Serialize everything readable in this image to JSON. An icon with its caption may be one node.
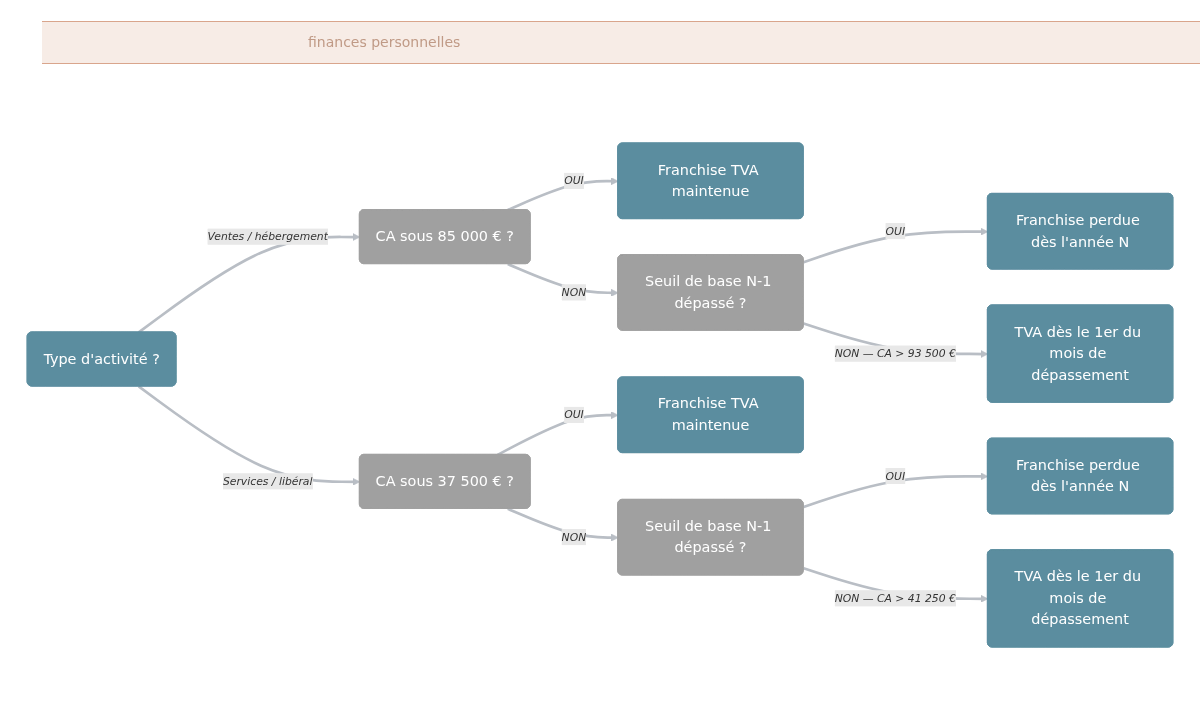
{
  "diagram": {
    "nodes": [
      {
        "text": [
          "Type d'activité ?"
        ]
      },
      {
        "text": [
          "CA sous 85 000 € ?"
        ]
      },
      {
        "text": [
          "Franchise TVA maintenue"
        ]
      },
      {
        "text": [
          "Seuil de base N-1 dépassé ?"
        ]
      },
      {
        "text": [
          "Franchise perdue dès l'année N"
        ]
      },
      {
        "text": [
          "TVA dès le 1er du mois de dépassement"
        ]
      },
      {
        "text": [
          "CA sous 37 500 € ?"
        ]
      },
      {
        "text": [
          "Franchise TVA maintenue"
        ]
      },
      {
        "text": [
          "Seuil de base N-1 dépassé ?"
        ]
      },
      {
        "text": [
          "Franchise perdue dès l'année N"
        ]
      },
      {
        "text": [
          "TVA dès le 1er du mois de dépassement"
        ]
      }
    ],
    "edges": [
      {
        "from": 0,
        "to": 1,
        "arrow": "to",
        "label": "Ventes / hébergement"
      },
      {
        "from": 1,
        "to": 2,
        "arrow": "to",
        "label": "OUI"
      },
      {
        "from": 1,
        "to": 3,
        "arrow": "to",
        "label": "NON"
      },
      {
        "from": 3,
        "to": 4,
        "arrow": "to",
        "label": "OUI"
      },
      {
        "from": 3,
        "to": 5,
        "arrow": "to",
        "label": "NON — CA > 93 500 €"
      },
      {
        "from": 0,
        "to": 6,
        "arrow": "to",
        "label": "Services / libéral"
      },
      {
        "from": 6,
        "to": 7,
        "arrow": "to",
        "label": "OUI"
      },
      {
        "from": 6,
        "to": 8,
        "arrow": "to",
        "label": "NON"
      },
      {
        "from": 8,
        "to": 9,
        "arrow": "to",
        "label": "OUI"
      },
      {
        "from": 8,
        "to": 10,
        "arrow": "to",
        "label": "NON — CA > 41 250 €"
      }
    ],
    "labels": [
      "finances personnelles"
    ]
  }
}
